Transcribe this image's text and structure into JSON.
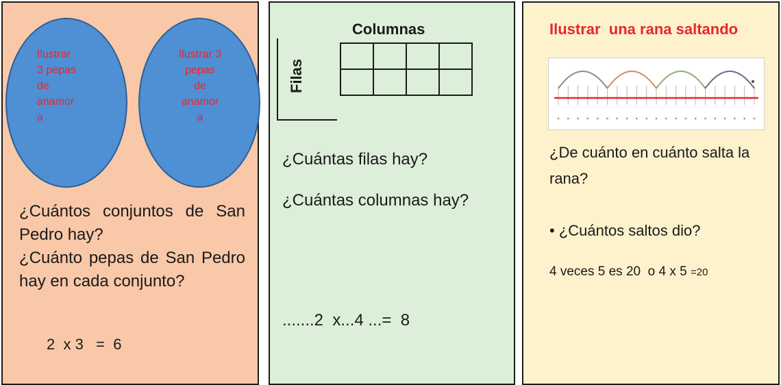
{
  "panel1": {
    "oval1_text": "Ilustrar\n3 pepas\nde\nanamor\na",
    "oval2_text": "Ilustrar 3\npepas\nde\nanamor\na",
    "question1": "¿Cuántos conjuntos de San Pedro hay?",
    "question2": "¿Cuánto pepas de San Pedro hay en cada conjunto?",
    "equation": "2  x 3   =  6",
    "colors": {
      "background": "#f8c8a8",
      "oval": "#4f8fd3",
      "oval_text": "#e8262e"
    }
  },
  "panel2": {
    "grid_title": "Columnas",
    "grid_side_label": "Filas",
    "grid_rows": 2,
    "grid_cols": 4,
    "question1": "¿Cuántas filas hay?",
    "question2": "¿Cuántas columnas hay?",
    "equation": ".......2  x...4 ...=  8",
    "colors": {
      "background": "#dcefd9"
    }
  },
  "panel3": {
    "title": "Ilustrar  una rana saltando",
    "question1": "¿De cuánto en cuánto salta la rana?",
    "question2": "• ¿Cuántos saltos dio?",
    "equation_main": "4 veces 5 es 20  o 4 x 5 ",
    "equation_result": "=20",
    "number_line": {
      "jumps": 4,
      "jump_size": 5,
      "ticks": 20
    },
    "colors": {
      "background": "#fdf2cc",
      "title": "#e8262e",
      "line": "#e8262e"
    }
  }
}
